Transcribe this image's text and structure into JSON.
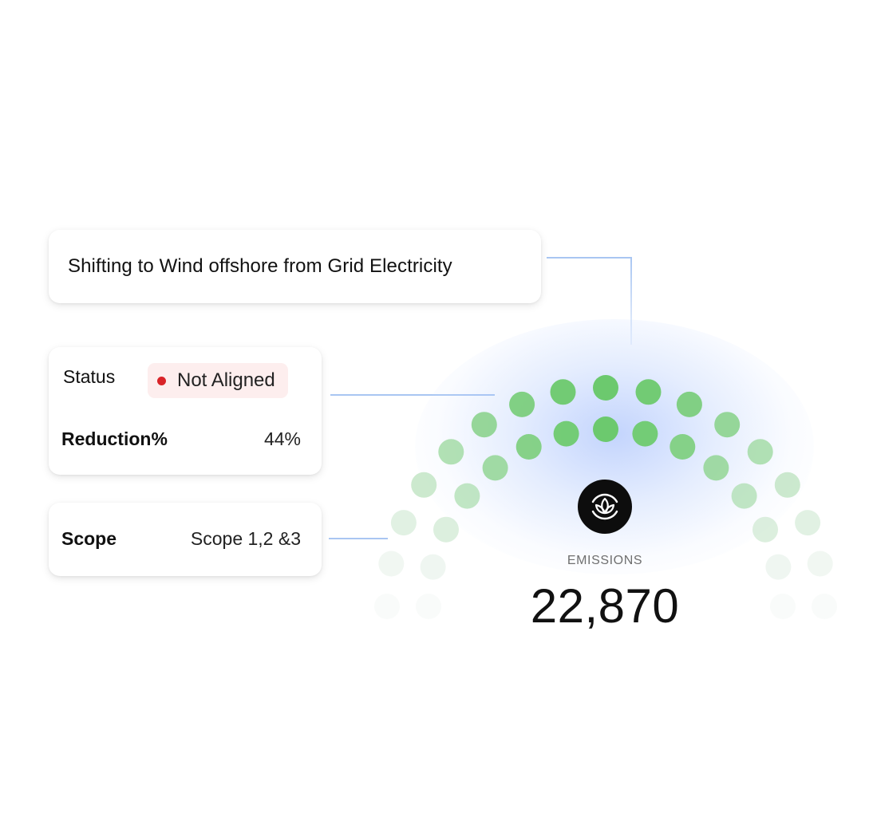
{
  "scenario": {
    "title": "Shifting to Wind offshore from Grid Electricity"
  },
  "status": {
    "label": "Status",
    "badge_text": "Not Aligned",
    "badge_dot_color": "#d92328"
  },
  "reduction": {
    "label": "Reduction%",
    "value": "44%"
  },
  "scope": {
    "label": "Scope",
    "value": "Scope 1,2 &3"
  },
  "gauge": {
    "icon": "leaf-lotus-icon",
    "label": "EMISSIONS",
    "value": "22,870",
    "dot_color": "#6cc96e",
    "glow_color": "#7aa0fa"
  },
  "colors": {
    "connector": "#a9c6f2"
  }
}
